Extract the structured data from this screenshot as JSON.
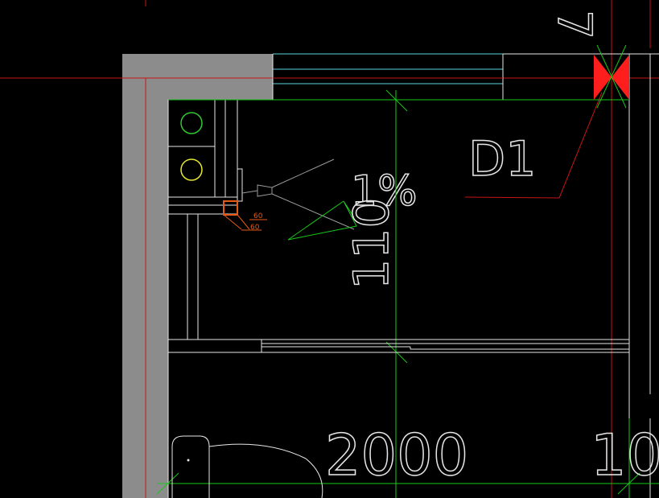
{
  "colors": {
    "background": "#000000",
    "wall_fill": "#8c8c8c",
    "line_white": "#e6e6e6",
    "line_gray": "#9a9a9a",
    "axis_red": "#c81414",
    "dim_green": "#19c819",
    "window_cyan": "#5ad2dc",
    "circle_green": "#32c832",
    "circle_yellow": "#e6e632",
    "marker_orange": "#e65a14",
    "symbol_red": "#ff1e1e"
  },
  "labels": {
    "door_tag": "D1",
    "slope_value": "1%",
    "vertical_dim": "110",
    "bottom_dim_main": "2000",
    "bottom_dim_partial": "10",
    "top_partial": "7",
    "small_dim_a": "60",
    "small_dim_b": "60"
  }
}
